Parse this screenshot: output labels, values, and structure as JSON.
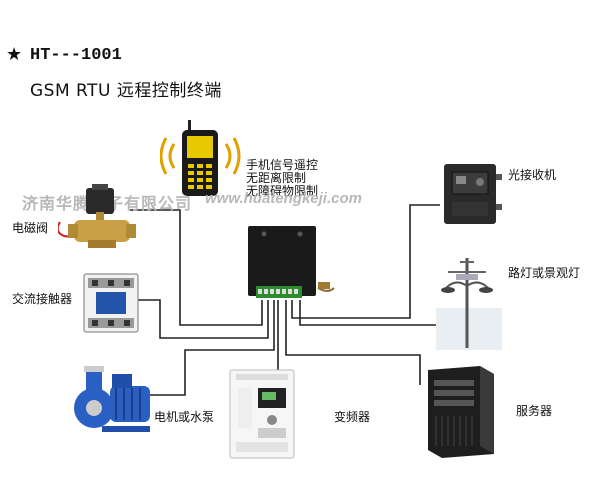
{
  "header": {
    "star": "★",
    "model": "HT---1001",
    "subtitle": "GSM RTU 远程控制终端"
  },
  "watermark": {
    "company": "济南华腾电子有限公司",
    "url": "www.huatengkeji.com"
  },
  "labels": {
    "phone": [
      "手机信号遥控",
      "无距离限制",
      "无障碍物限制"
    ],
    "solenoid_valve": "电磁阀",
    "contactor": "交流接触器",
    "optical_receiver": "光接收机",
    "street_lamp": "路灯或景观灯",
    "pump": "电机或水泵",
    "inverter": "变频器",
    "server": "服务器"
  },
  "colors": {
    "line": "#222222",
    "device_body": "#1a1a1a",
    "phone_screen": "#e8c800",
    "valve_brass": "#c9a046",
    "pump_blue": "#2a5fc4",
    "signal": "#e0a000"
  }
}
